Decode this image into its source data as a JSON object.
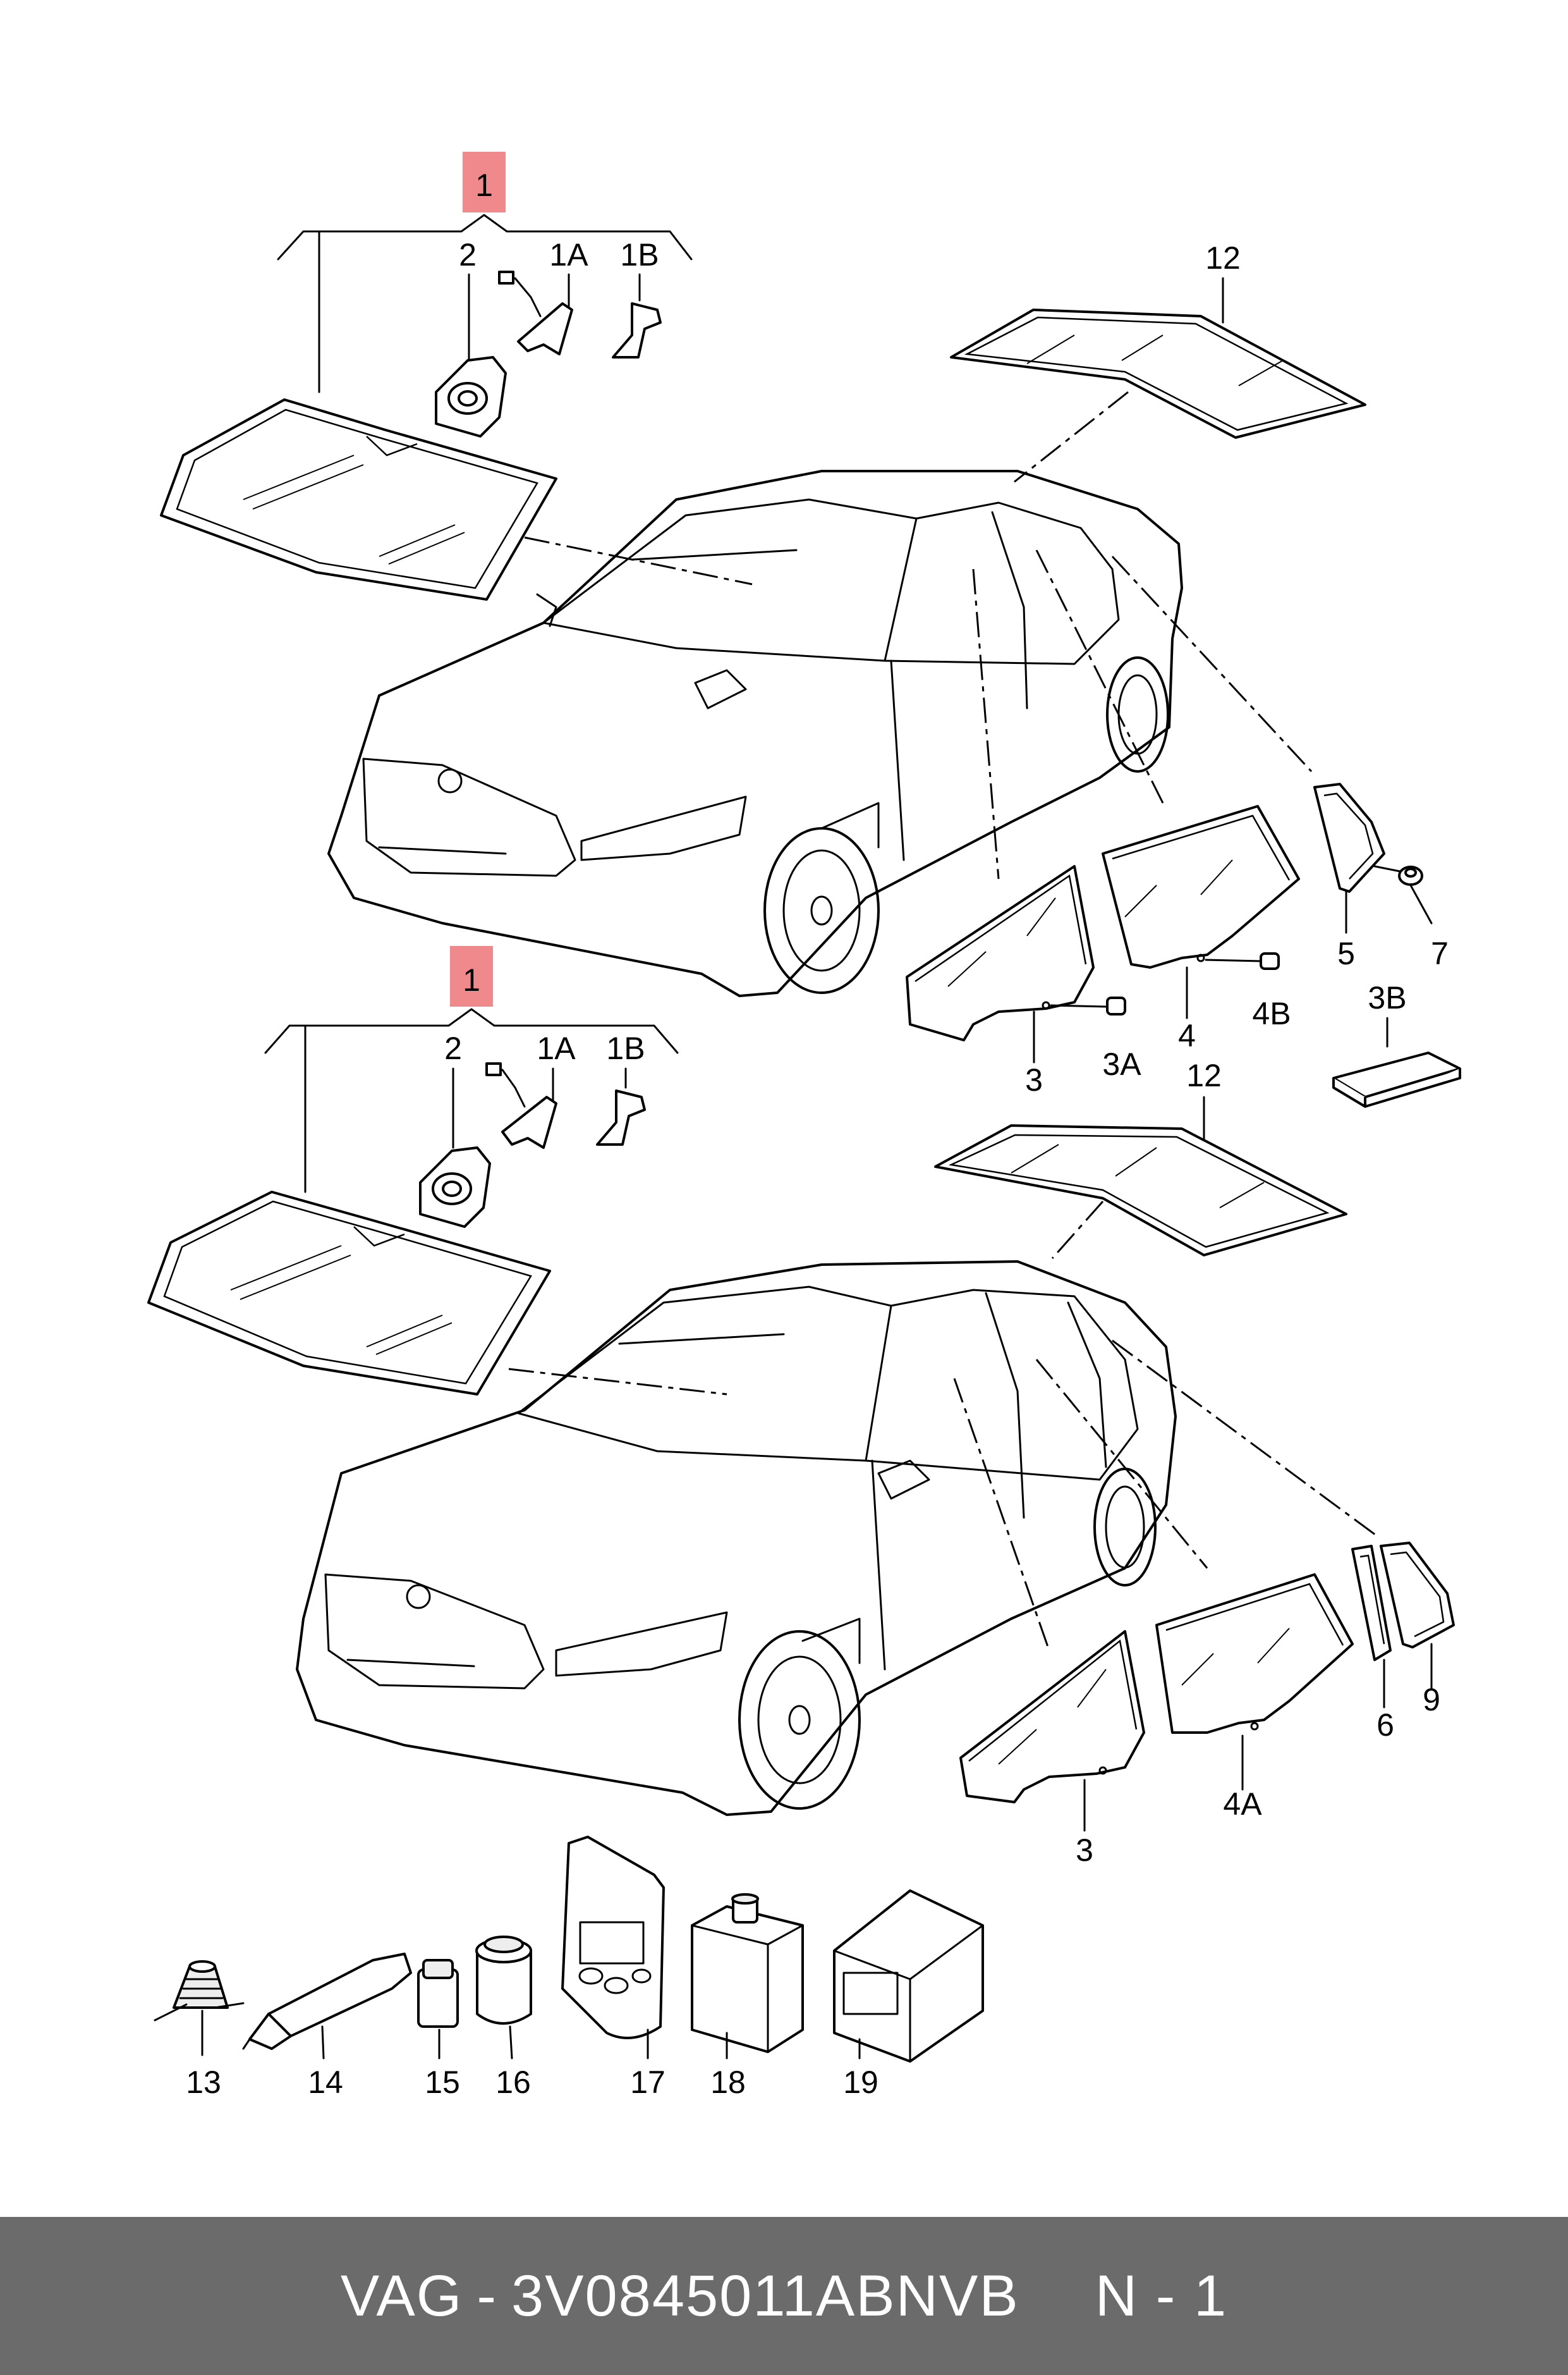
{
  "labels": {
    "top_callout": "1",
    "top_2": "2",
    "top_1a": "1A",
    "top_1b": "1B",
    "top_12": "12",
    "top_5": "5",
    "top_7": "7",
    "top_3": "3",
    "top_3a": "3A",
    "top_4": "4",
    "top_4b": "4B",
    "top_3b": "3B",
    "bot_callout": "1",
    "bot_2": "2",
    "bot_1a": "1A",
    "bot_1b": "1B",
    "bot_12": "12",
    "bot_6": "6",
    "bot_9": "9",
    "bot_3": "3",
    "bot_4a": "4A",
    "acc_13": "13",
    "acc_14": "14",
    "acc_15": "15",
    "acc_16": "16",
    "acc_17": "17",
    "acc_18": "18",
    "acc_19": "19"
  },
  "footer": {
    "brand": "VAG",
    "separator": "-",
    "part_number": "3V0845011ABNVB",
    "page": "N - 1"
  },
  "colors": {
    "callout_highlight": "#f0898c",
    "footer_background": "#6b6b6b",
    "footer_text": "#ffffff"
  }
}
